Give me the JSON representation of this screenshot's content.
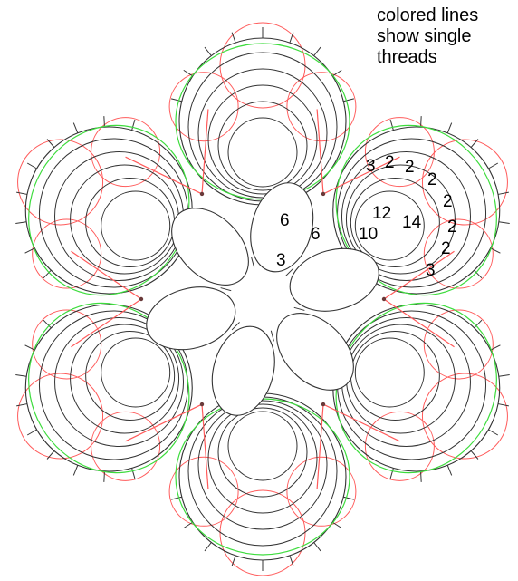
{
  "caption": {
    "lines": [
      "colored lines",
      "show single",
      "threads"
    ]
  },
  "colors": {
    "chain_line": "#ff5a5a",
    "single_thread": "#3ddc3d",
    "outline": "#333333"
  },
  "stitch_counts": {
    "ring": [
      "6",
      "6",
      "3"
    ],
    "chain_outer": [
      "3",
      "2",
      "2",
      "2",
      "2",
      "2",
      "2",
      "3"
    ],
    "chain_inner": [
      "12",
      "14",
      "10"
    ]
  }
}
